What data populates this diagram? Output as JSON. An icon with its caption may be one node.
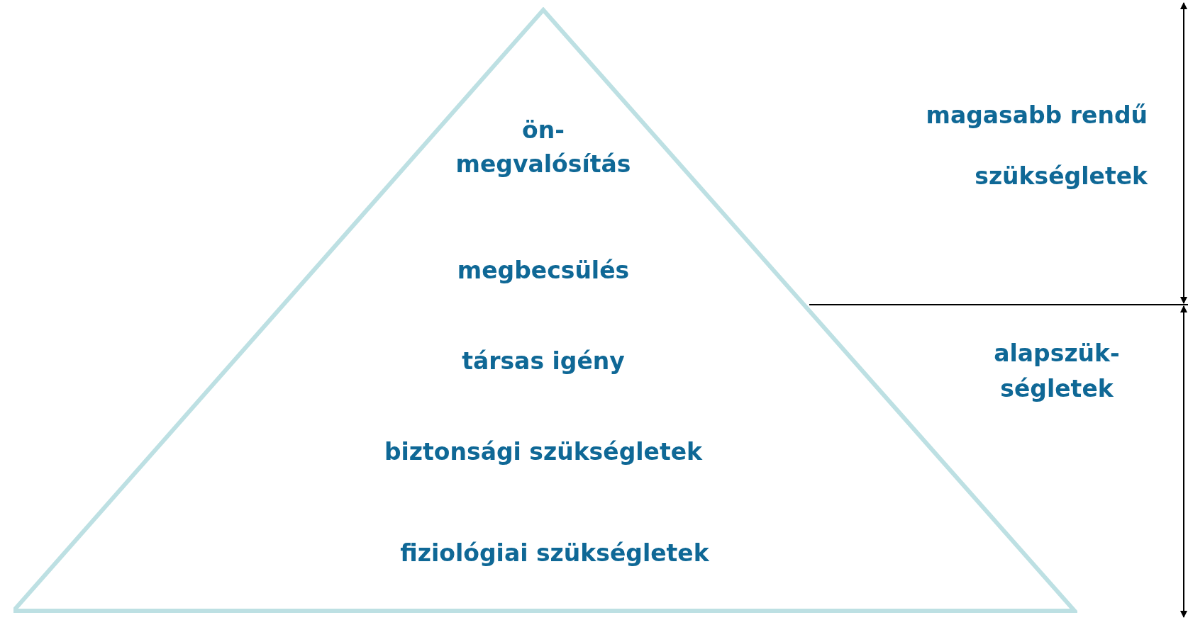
{
  "diagram": {
    "nodes": [
      {
        "text": [
          "ön- megvalósítás",
          "megbecsülés",
          "társas igény",
          "biztonsági szükségletek",
          "fiziológiai szükségletek"
        ]
      }
    ],
    "labels": [
      "magasabb rendű szükségletek",
      "alapszük- ségletek"
    ]
  }
}
